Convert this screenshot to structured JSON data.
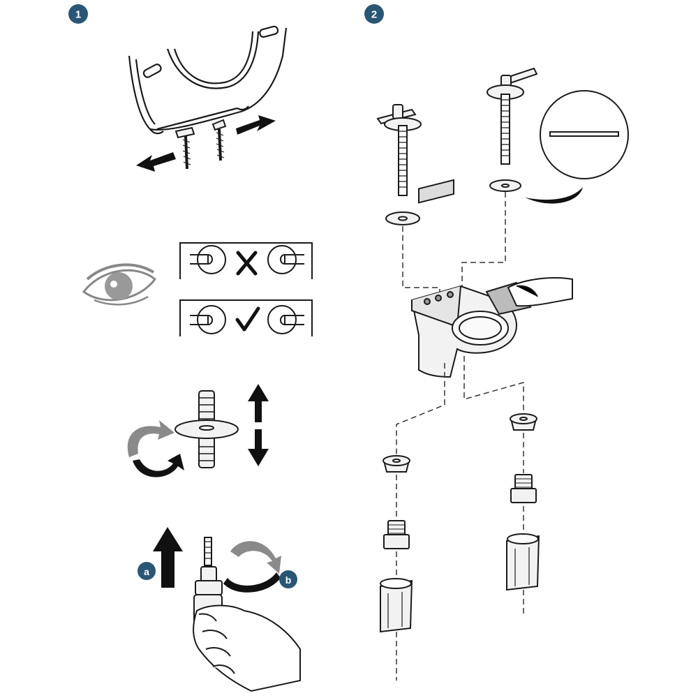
{
  "steps": [
    {
      "number": "1"
    },
    {
      "number": "2"
    }
  ],
  "substeps": [
    {
      "letter": "a"
    },
    {
      "letter": "b"
    }
  ],
  "colors": {
    "badge": "#2a5675",
    "line": "#1a1a1a",
    "gray_arrow": "#8a8a8a",
    "black_arrow": "#111111",
    "light_fill": "#f2f2f2"
  },
  "icons": {
    "wrong_mark": "cross-icon",
    "right_mark": "checkmark-icon",
    "inspect": "eye-icon"
  }
}
